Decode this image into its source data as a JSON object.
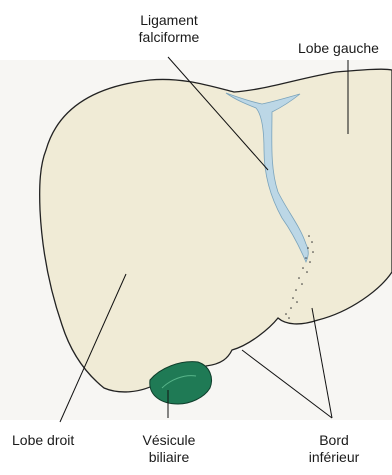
{
  "labels": {
    "ligament": [
      "Ligament",
      "falciforme"
    ],
    "lobe_gauche": "Lobe gauche",
    "lobe_droit": "Lobe droit",
    "vesicule": [
      "Vésicule",
      "biliaire"
    ],
    "bord": [
      "Bord",
      "inférieur"
    ]
  },
  "colors": {
    "liver_fill": "#f0ebd6",
    "liver_stroke": "#222222",
    "ligament": "#bcd7e6",
    "gallbladder": "#1f7a55",
    "leader": "#111111"
  }
}
